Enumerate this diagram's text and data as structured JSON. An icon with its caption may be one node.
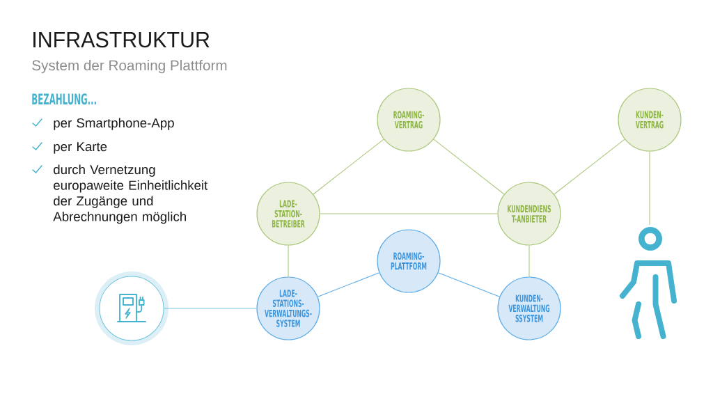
{
  "diagram": {
    "title": "INFRASTRUKTUR",
    "nodes": [
      {
        "text": [
          "ROAMING- VERTRAG"
        ]
      },
      {
        "text": [
          "KUNDEN- VERTRAG"
        ]
      },
      {
        "text": [
          "LADE- STATION- BETREIBER"
        ]
      },
      {
        "text": [
          "KUNDENDIENS T-ANBIETER"
        ]
      },
      {
        "text": [
          "ROAMING- PLATTFORM"
        ]
      },
      {
        "text": [
          "LADE- STATIONS- VERWALTUNGS- SYSTEM"
        ]
      },
      {
        "text": [
          "KUNDEN- VERWALTUNG SSYSTEM"
        ]
      },
      {
        "text": [],
        "shape": "picture"
      },
      {
        "text": [],
        "shape": "person"
      }
    ],
    "edges": [
      {
        "from": 0,
        "to": 2,
        "arrow": "none"
      },
      {
        "from": 0,
        "to": 3,
        "arrow": "none"
      },
      {
        "from": 1,
        "to": 3,
        "arrow": "none"
      },
      {
        "from": 2,
        "to": 3,
        "arrow": "none"
      },
      {
        "from": 2,
        "to": 5,
        "arrow": "none"
      },
      {
        "from": 3,
        "to": 6,
        "arrow": "none"
      },
      {
        "from": 4,
        "to": 5,
        "arrow": "none",
        "color": "#5aaae6"
      },
      {
        "from": 4,
        "to": 6,
        "arrow": "none",
        "color": "#5aaae6"
      },
      {
        "from": 7,
        "to": 5,
        "arrow": "none",
        "color": "#78c8dc"
      },
      {
        "from": 1,
        "to": 8,
        "arrow": "none"
      }
    ],
    "labels": [
      "System der Roaming Plattform",
      "BEZAHLUNG...",
      "per Smartphone-App",
      "per Karte",
      "durch Vernetzung europaweite Einheitlichkeit der Zugänge und Abrechnungen möglich"
    ]
  }
}
